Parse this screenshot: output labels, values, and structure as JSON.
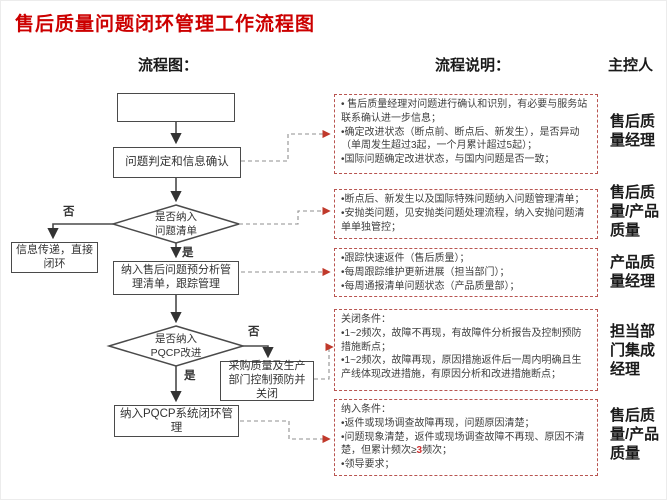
{
  "title": "售后质量问题闭环管理工作流程图",
  "columns": {
    "flowchart": "流程图：",
    "description": "流程说明：",
    "controller": "主控人"
  },
  "flow": {
    "start": "",
    "confirm": "问题判定和信息确认",
    "d1_line1": "是否纳入",
    "d1_line2": "问题清单",
    "no1": "否",
    "yes1": "是",
    "direct_close": "信息传递，直接闭环",
    "preanalysis": "纳入售后问题预分析管理清单，跟踪管理",
    "d2_line1": "是否纳入",
    "d2_line2": "PQCP改进",
    "no2": "否",
    "yes2": "是",
    "purchase_close": "采购质量及生产部门控制预防并关闭",
    "pqcp_close": "纳入PQCP系统闭环管理"
  },
  "descriptions": {
    "box1": {
      "lines": [
        "• 售后质量经理对问题进行确认和识别，有必要与服务站联系确认进一步信息；",
        "•确定改进状态（断点前、断点后、新发生），是否异动（单周发生超过3起，一个月累计超过5起）；",
        "•国际问题确定改进状态，与国内问题是否一致；"
      ]
    },
    "box2": {
      "lines": [
        "•断点后、新发生以及国际特殊问题纳入问题管理清单；",
        "•安抛类问题，见安抛类问题处理流程，纳入安抛问题清单单独管控；"
      ]
    },
    "box3": {
      "lines": [
        "•跟踪快速返件（售后质量）；",
        "•每周跟踪维护更新进展（担当部门）；",
        "•每周通报清单问题状态（产品质量部）；"
      ]
    },
    "box4": {
      "lines": [
        "关闭条件：",
        "•1~2频次，故障不再现，有故障件分析报告及控制预防措施断点；",
        "•1~2频次，故障再现，原因措施返件后一周内明确且生产线体现改进措施，有原因分析和改进措施断点；"
      ]
    },
    "box5": {
      "title": "纳入条件：",
      "line1": "•返件或现场调查故障再现，问题原因清楚；",
      "line2_prefix": "•问题现象清楚，返件或现场调查故障不再现、原因不清楚，但累计频次≥",
      "line2_red": "3",
      "line2_suffix": "频次；",
      "line3": "•领导要求；"
    }
  },
  "controllers": [
    "售后质量经理",
    "售后质量/产品质量",
    "产品质量经理",
    "担当部门集成经理",
    "售后质量/产品质量"
  ],
  "colors": {
    "title_red": "#cc0000",
    "desc_border": "#b85450",
    "flow_stroke": "#4a4a4a",
    "conn_gray": "#8f8f8f",
    "arrow_red": "#c0392b",
    "highlight_red": "#d03030"
  }
}
